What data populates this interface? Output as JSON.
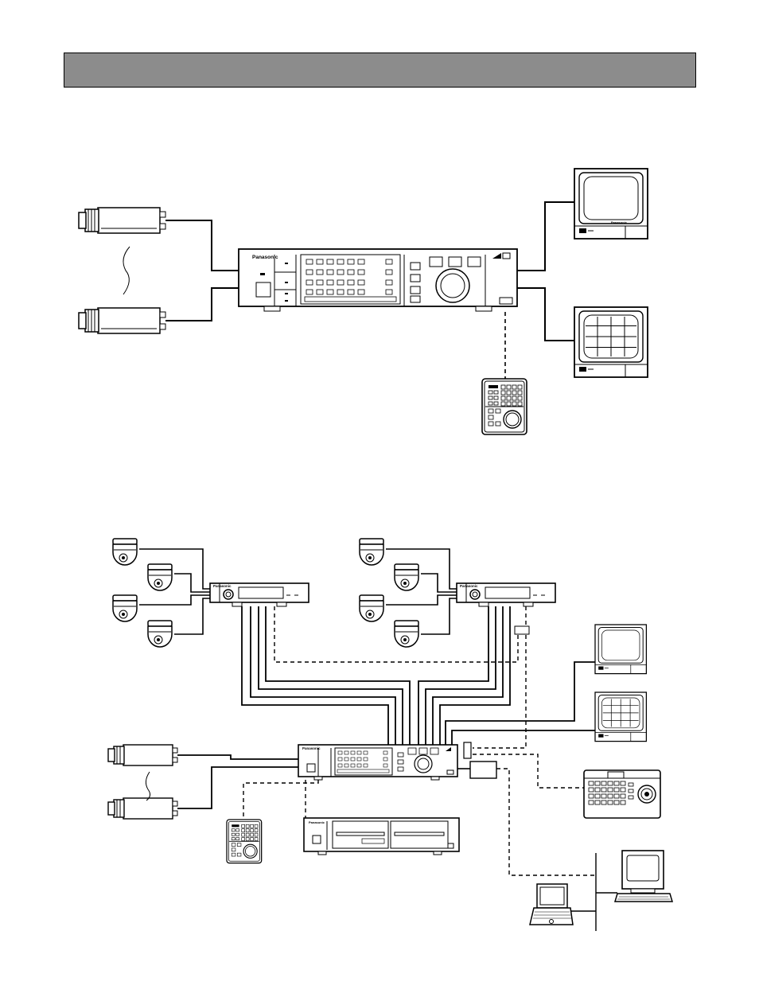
{
  "header": {
    "title": ""
  },
  "brand": {
    "recorder_brand": "Panasonic",
    "monitor_brand": "Panasonic"
  },
  "colors": {
    "header_bar": "#8c8c8c",
    "line": "#000000"
  },
  "diagrams": [
    {
      "id": "basic-system",
      "devices": [
        "camera",
        "camera",
        "video-multiplexer",
        "monitor",
        "monitor-multiscreen",
        "remote-controller"
      ]
    },
    {
      "id": "extended-system",
      "devices": [
        "dome-camera",
        "dome-camera",
        "dome-camera",
        "dome-camera",
        "dome-camera",
        "dome-camera",
        "dome-camera",
        "dome-camera",
        "camera-site-receiver",
        "camera-site-receiver",
        "camera",
        "camera",
        "video-multiplexer",
        "remote-controller",
        "video-cassette-recorder",
        "monitor",
        "monitor-multiscreen",
        "system-controller",
        "data-converter",
        "laptop-pc",
        "desktop-pc"
      ]
    }
  ]
}
